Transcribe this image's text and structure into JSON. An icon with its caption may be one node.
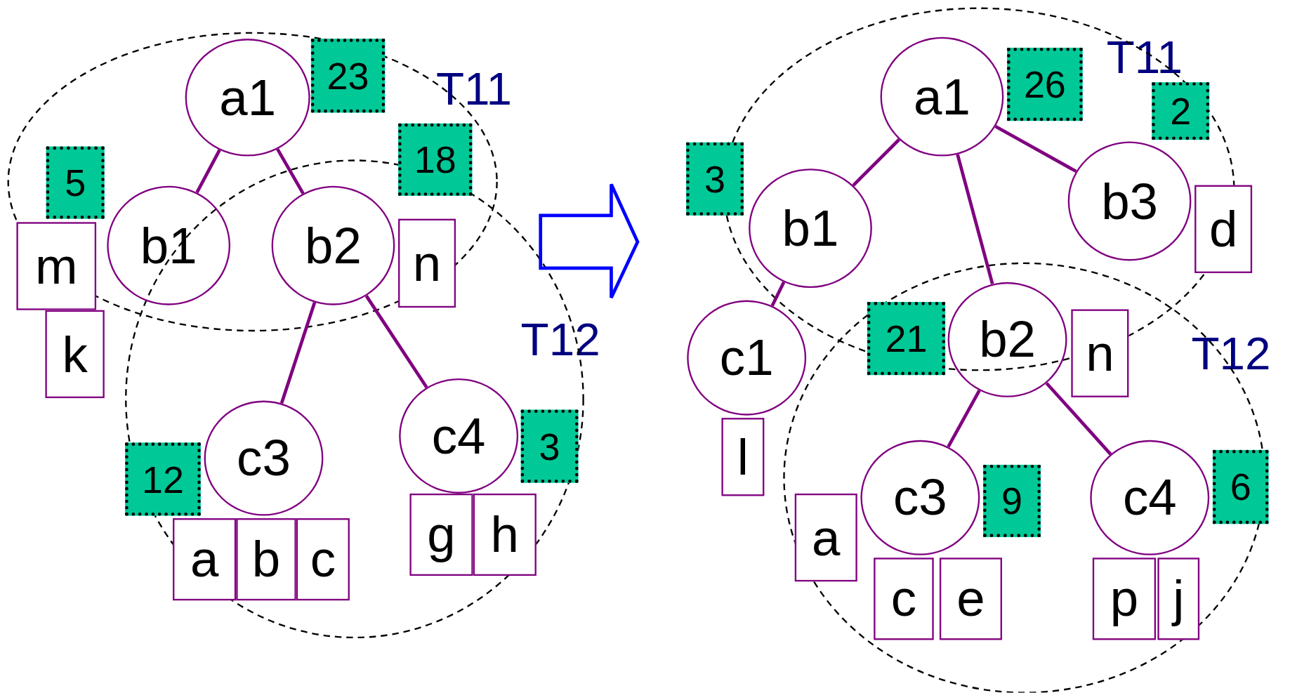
{
  "diagram": {
    "nodes": [
      {
        "text": [
          "a1"
        ]
      },
      {
        "text": [
          "23"
        ]
      },
      {
        "text": [
          "b1"
        ]
      },
      {
        "text": [
          "5"
        ]
      },
      {
        "text": [
          "b2"
        ]
      },
      {
        "text": [
          "18"
        ]
      },
      {
        "text": [
          "m"
        ]
      },
      {
        "text": [
          "k"
        ]
      },
      {
        "text": [
          "n"
        ]
      },
      {
        "text": [
          "c3"
        ]
      },
      {
        "text": [
          "12"
        ]
      },
      {
        "text": [
          "c4"
        ]
      },
      {
        "text": [
          "3"
        ]
      },
      {
        "text": [
          "a"
        ]
      },
      {
        "text": [
          "b"
        ]
      },
      {
        "text": [
          "c"
        ]
      },
      {
        "text": [
          "g"
        ]
      },
      {
        "text": [
          "h"
        ]
      },
      {
        "text": [
          "a1"
        ]
      },
      {
        "text": [
          "26"
        ]
      },
      {
        "text": [
          "b1"
        ]
      },
      {
        "text": [
          "3"
        ]
      },
      {
        "text": [
          "b3"
        ]
      },
      {
        "text": [
          "2"
        ]
      },
      {
        "text": [
          "d"
        ]
      },
      {
        "text": [
          "c1"
        ]
      },
      {
        "text": [
          "l"
        ]
      },
      {
        "text": [
          "b2"
        ]
      },
      {
        "text": [
          "21"
        ]
      },
      {
        "text": [
          "n"
        ]
      },
      {
        "text": [
          "c3"
        ]
      },
      {
        "text": [
          "9"
        ]
      },
      {
        "text": [
          "c4"
        ]
      },
      {
        "text": [
          "6"
        ]
      },
      {
        "text": [
          "a"
        ]
      },
      {
        "text": [
          "c"
        ]
      },
      {
        "text": [
          "e"
        ]
      },
      {
        "text": [
          "p"
        ]
      },
      {
        "text": [
          "j"
        ]
      }
    ],
    "edges": [
      {
        "from": 0,
        "to": 2,
        "arrow": "none"
      },
      {
        "from": 0,
        "to": 4,
        "arrow": "none"
      },
      {
        "from": 4,
        "to": 9,
        "arrow": "none"
      },
      {
        "from": 4,
        "to": 11,
        "arrow": "none"
      },
      {
        "from": 18,
        "to": 20,
        "arrow": "none"
      },
      {
        "from": 18,
        "to": 22,
        "arrow": "none"
      },
      {
        "from": 18,
        "to": 27,
        "arrow": "none"
      },
      {
        "from": 20,
        "to": 25,
        "arrow": "none"
      },
      {
        "from": 27,
        "to": 30,
        "arrow": "none"
      },
      {
        "from": 27,
        "to": 32,
        "arrow": "none"
      }
    ],
    "labels": [
      "T11",
      "T12",
      "T11",
      "T12"
    ]
  }
}
